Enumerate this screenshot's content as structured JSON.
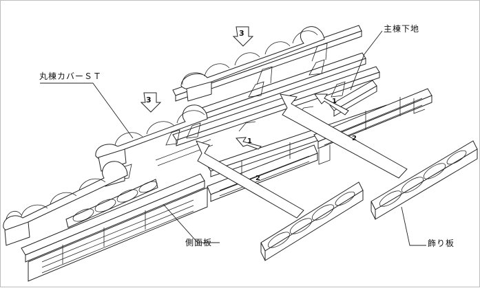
{
  "labels": {
    "ridge_cover": "丸棟カバーＳＴ",
    "ridge_base": "主棟下地",
    "side_plate": "側面板",
    "decor_plate": "飾り板"
  },
  "step_numbers": {
    "step1": "1",
    "step2": "2",
    "step3": "3"
  }
}
